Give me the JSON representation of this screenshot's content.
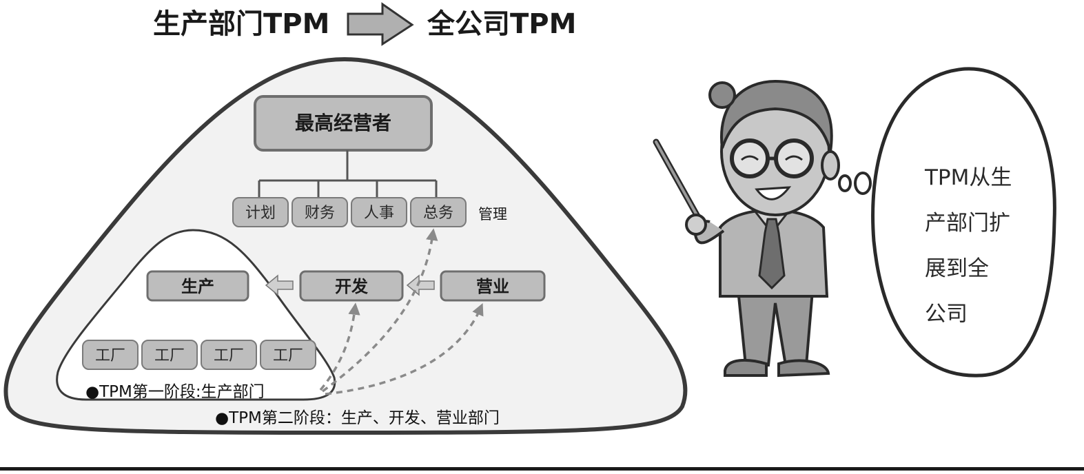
{
  "header": {
    "from_label": "生产部门TPM",
    "to_label": "全公司TPM"
  },
  "org": {
    "top": "最高经营者",
    "admin_units": [
      "计划",
      "财务",
      "人事",
      "总务"
    ],
    "admin_label": "管理",
    "departments": {
      "production": "生产",
      "development": "开发",
      "sales": "营业"
    },
    "factories": [
      "工厂",
      "工厂",
      "工厂",
      "工厂"
    ]
  },
  "stages": {
    "stage1": "●TPM第一阶段:生产部门",
    "stage2": "●TPM第二阶段：生产、开发、营业部门"
  },
  "speech": {
    "lines": [
      "TPM从生",
      "产部门扩",
      "展到全",
      "公司"
    ]
  },
  "colors": {
    "box_fill": "#bdbdbd",
    "box_stroke": "#6e6e6e",
    "figure_fill": "#a8a8a8"
  }
}
